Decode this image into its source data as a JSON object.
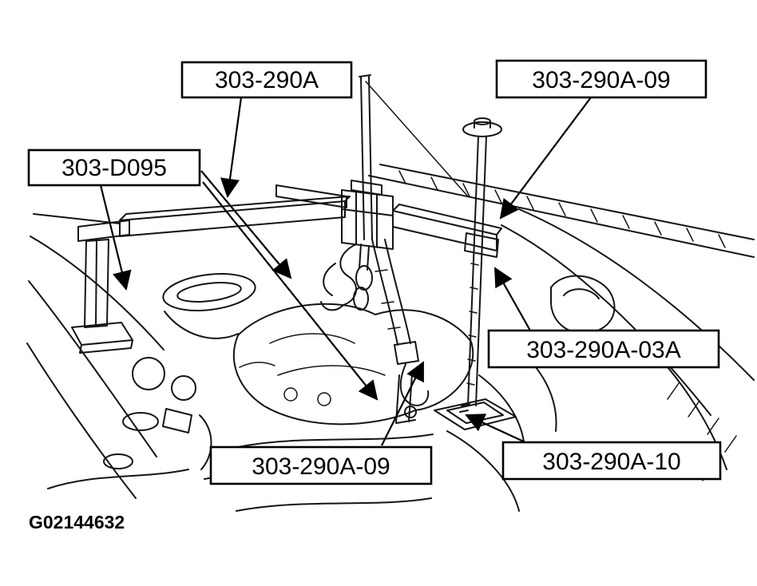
{
  "figure": {
    "id": "G02144632"
  },
  "callouts": [
    {
      "position": "top-left",
      "text": "303-290A"
    },
    {
      "position": "top-right",
      "text": "303-290A-09"
    },
    {
      "position": "mid-left",
      "text": "303-D095"
    },
    {
      "position": "mid-right",
      "text": "303-290A-03A"
    },
    {
      "position": "bottom-center",
      "text": "303-290A-09"
    },
    {
      "position": "bottom-right",
      "text": "303-290A-10"
    }
  ],
  "colors": {
    "ink": "#141414",
    "background": "#ffffff"
  }
}
